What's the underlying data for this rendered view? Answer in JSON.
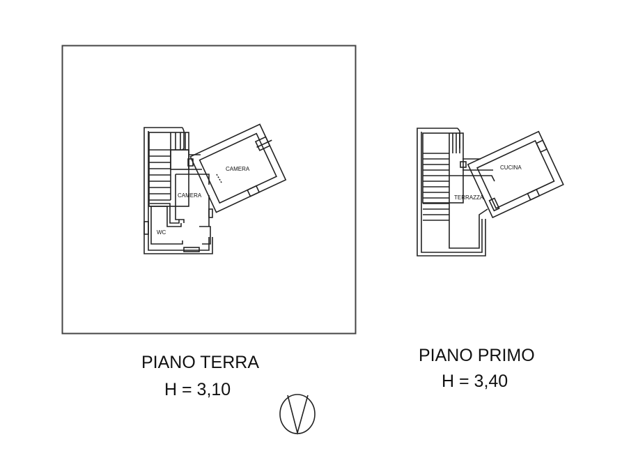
{
  "drawing": {
    "type": "floor-plan",
    "stroke_color": "#222222",
    "background": "#ffffff"
  },
  "plans": [
    {
      "title": "PIANO TERRA",
      "height_label": "H = 3,10",
      "rooms": [
        "CAMERA",
        "CAMERA",
        "WC"
      ],
      "has_lot_boundary": true
    },
    {
      "title": "PIANO PRIMO",
      "height_label": "H = 3,40",
      "rooms": [
        "CUCINA",
        "TERRAZZA"
      ]
    }
  ],
  "symbols": {
    "north_arrow": "north-arrow-circle-v"
  }
}
